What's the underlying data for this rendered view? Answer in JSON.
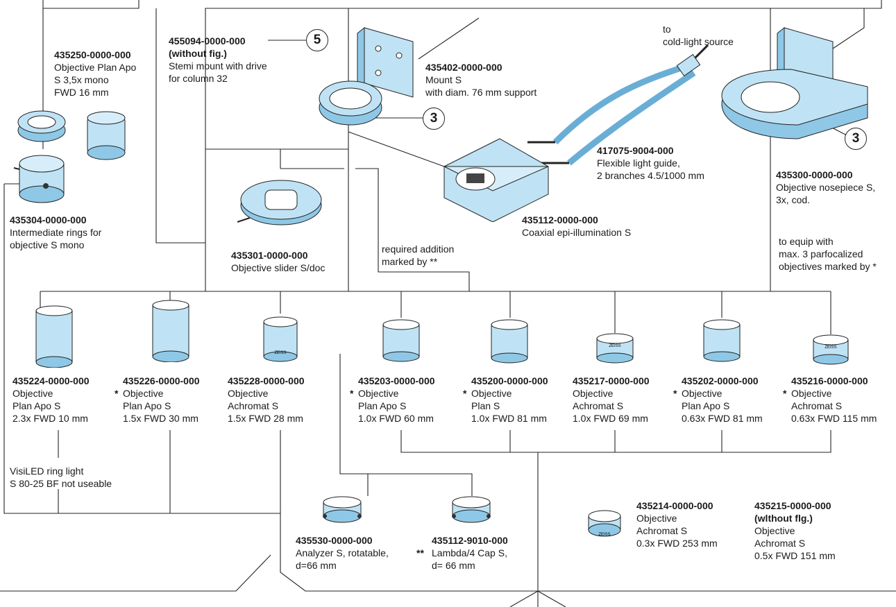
{
  "callouts": {
    "c5": "5",
    "c3a": "3",
    "c3b": "3"
  },
  "top_parts": {
    "p435250": {
      "number": "435250-0000-000",
      "lines": [
        "Objective Plan Apo",
        "S 3,5x mono",
        "FWD 16 mm"
      ]
    },
    "p455094": {
      "number": "455094-0000-000",
      "sub": "(without fig.)",
      "lines": [
        "Stemi mount with drive",
        "for column 32"
      ]
    },
    "p435402": {
      "number": "435402-0000-000",
      "lines": [
        "Mount S",
        "with diam. 76 mm support"
      ]
    },
    "p417075": {
      "number": "417075-9004-000",
      "lines": [
        "Flexible light guide,",
        "2 branches 4.5/1000 mm"
      ]
    },
    "p435300": {
      "number": "435300-0000-000",
      "lines": [
        "Objective nosepiece S,",
        "3x, cod."
      ]
    },
    "p435304": {
      "number": "435304-0000-000",
      "lines": [
        "Intermediate rings for",
        "objective S mono"
      ]
    },
    "p435301": {
      "number": "435301-0000-000",
      "lines": [
        "Objective slider S/doc"
      ]
    },
    "p435112": {
      "number": "435112-0000-000",
      "lines": [
        "Coaxial epi-illumination S"
      ]
    }
  },
  "notes": {
    "cold_light": [
      "to",
      "cold-light source"
    ],
    "required_addition": [
      "required addition",
      "marked by **"
    ],
    "equip": [
      "to equip with",
      "max. 3 parfocalized",
      "objectives marked by *"
    ],
    "visiled": [
      "VisiLED ring light",
      "S 80-25 BF not useable"
    ]
  },
  "objectives": [
    {
      "number": "435224-0000-000",
      "star": "",
      "name": "Objective",
      "type": "Plan Apo S",
      "spec": "2.3x FWD 10 mm"
    },
    {
      "number": "435226-0000-000",
      "star": "*",
      "name": "Objective",
      "type": "Plan Apo S",
      "spec": "1.5x FWD 30 mm"
    },
    {
      "number": "435228-0000-000",
      "star": "",
      "name": "Objective",
      "type": "Achromat S",
      "spec": "1.5x FWD 28 mm"
    },
    {
      "number": "435203-0000-000",
      "star": "*",
      "name": "Objective",
      "type": "Plan Apo S",
      "spec": "1.0x FWD 60 mm"
    },
    {
      "number": "435200-0000-000",
      "star": "*",
      "name": "Objective",
      "type": "Plan S",
      "spec": "1.0x FWD 81 mm"
    },
    {
      "number": "435217-0000-000",
      "star": "",
      "name": "Objective",
      "type": "Achromat S",
      "spec": "1.0x FWD 69 mm"
    },
    {
      "number": "435202-0000-000",
      "star": "*",
      "name": "Objective",
      "type": "Plan Apo S",
      "spec": "0.63x FWD 81 mm"
    },
    {
      "number": "435216-0000-000",
      "star": "*",
      "name": "Objective",
      "type": "Achromat S",
      "spec": "0.63x FWD 115 mm"
    }
  ],
  "bottom_parts": {
    "p435530": {
      "number": "435530-0000-000",
      "star": "",
      "lines": [
        "Analyzer S, rotatable,",
        "d=66 mm"
      ]
    },
    "p435112_9010": {
      "number": "435112-9010-000",
      "star": "**",
      "lines": [
        "Lambda/4 Cap S,",
        "d= 66 mm"
      ]
    },
    "p435214": {
      "number": "435214-0000-000",
      "lines": [
        "Objective",
        "Achromat S",
        "0.3x FWD 253 mm"
      ]
    },
    "p435215": {
      "number": "435215-0000-000",
      "sub": "(wlthout flg.)",
      "lines": [
        "Objective",
        "Achromat S",
        "0.5x FWD 151 mm"
      ]
    }
  },
  "lens_brand": "ZEISS",
  "colors": {
    "part_fill": "#bfe3f5",
    "part_shade": "#8fc8e6",
    "line": "#222222"
  }
}
